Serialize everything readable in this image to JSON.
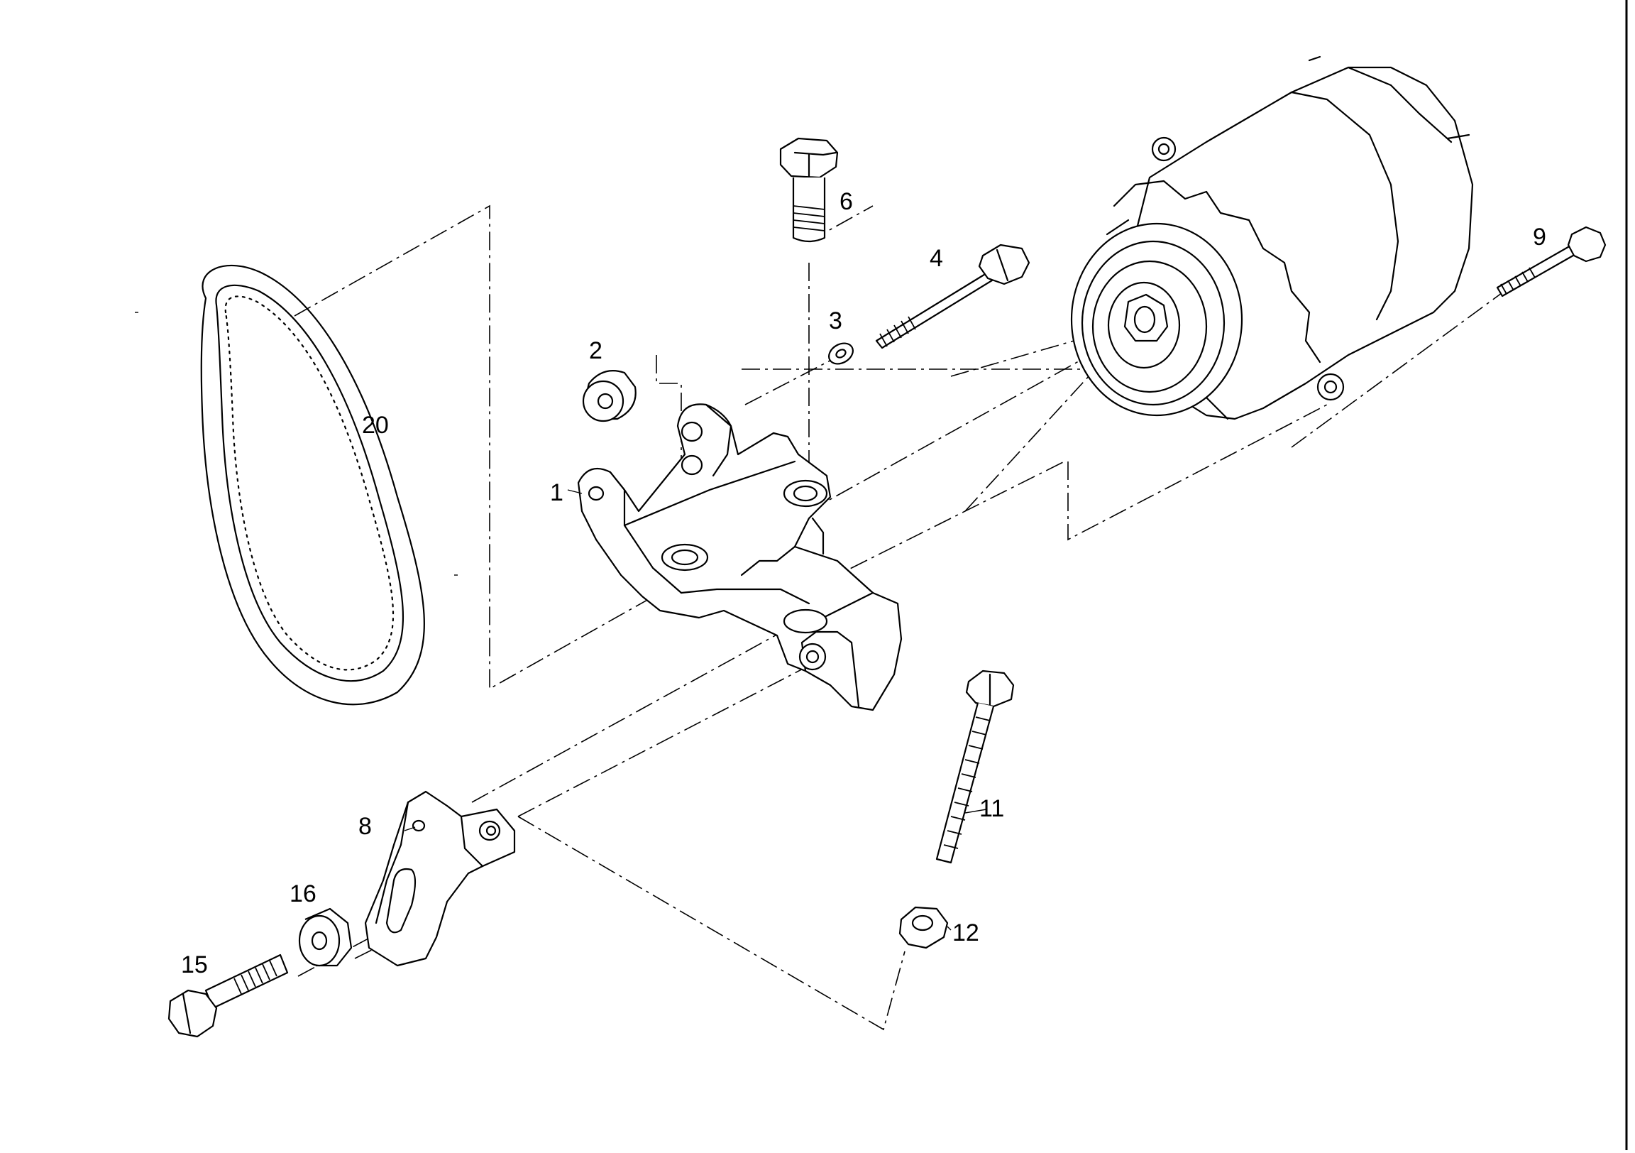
{
  "callouts": {
    "c1": "1",
    "c2": "2",
    "c3": "3",
    "c4": "4",
    "c6": "6",
    "c8": "8",
    "c9": "9",
    "c11": "11",
    "c12": "12",
    "c15": "15",
    "c16": "16",
    "c20": "20"
  },
  "colors": {
    "ink": "#000000",
    "paper": "#ffffff"
  }
}
